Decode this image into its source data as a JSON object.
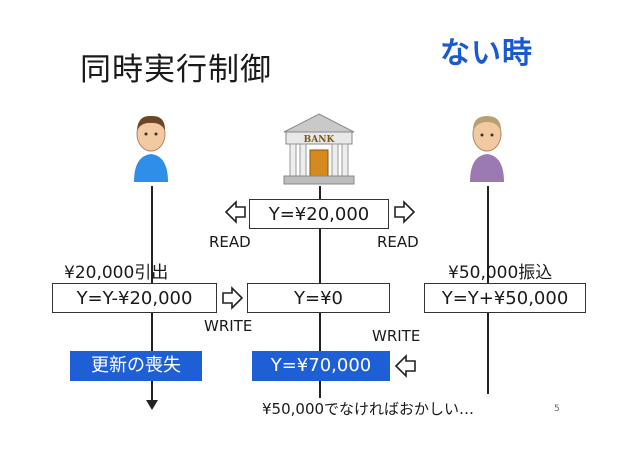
{
  "header": {
    "title": "同時実行制御",
    "badge": "ない時",
    "badge_color": "#1a5ad0"
  },
  "actors": [
    {
      "name": "person-left-icon"
    },
    {
      "name": "bank-icon",
      "label": "BANK"
    },
    {
      "name": "person-right-icon"
    }
  ],
  "boxes": {
    "read_value": "Y=¥20,000",
    "left_write": "Y=Y-¥20,000",
    "center_write": "Y=¥0",
    "right_write": "Y=Y+¥50,000",
    "lost_update": "更新の喪失",
    "final_value": "Y=¥70,000"
  },
  "labels": {
    "read_left": "READ",
    "read_right": "READ",
    "write_left": "WRITE",
    "write_right": "WRITE",
    "withdraw": "¥20,000引出",
    "deposit": "¥50,000振込",
    "note": "¥50,000でなければおかしい…",
    "page_number": "5"
  },
  "colors": {
    "accent_blue": "#1f5fd6"
  }
}
